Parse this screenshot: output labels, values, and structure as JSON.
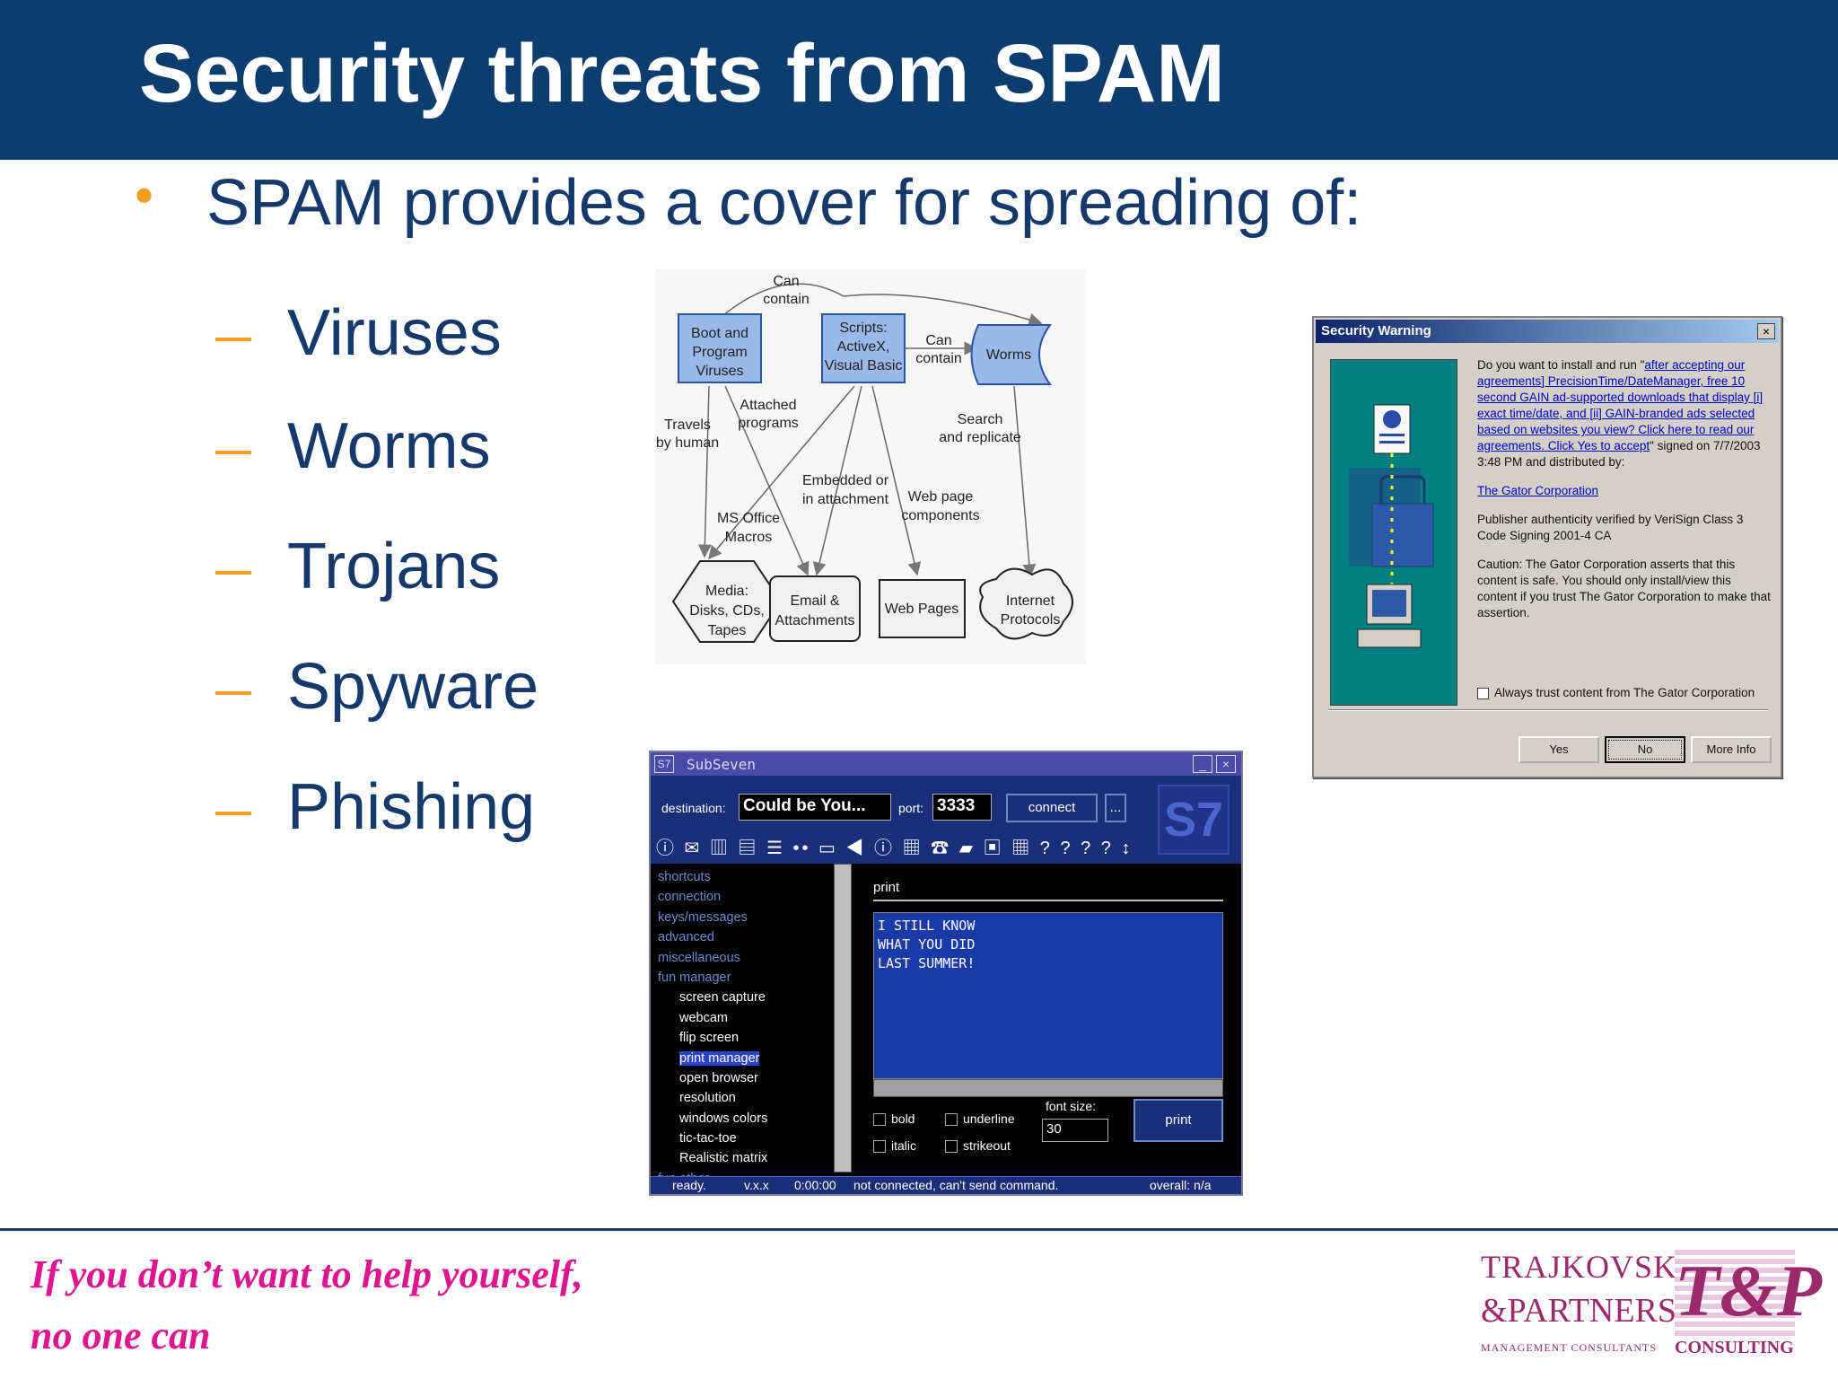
{
  "slide": {
    "title": "Security threats from SPAM",
    "main_bullet": "SPAM provides a cover for spreading of:",
    "sub_bullets": [
      "Viruses",
      "Worms",
      "Trojans",
      "Spyware",
      "Phishing"
    ]
  },
  "diagram": {
    "nodes": {
      "boot": [
        "Boot and",
        "Program",
        "Viruses"
      ],
      "scripts": [
        "Scripts:",
        "ActiveX,",
        "Visual Basic"
      ],
      "worms": "Worms",
      "media": [
        "Media:",
        "Disks, CDs,",
        "Tapes"
      ],
      "email": [
        "Email &",
        "Attachments"
      ],
      "webpages": "Web Pages",
      "internet": [
        "Internet",
        "Protocols"
      ]
    },
    "edges": {
      "can_contain_top": [
        "Can",
        "contain"
      ],
      "can_contain_mid": [
        "Can",
        "contain"
      ],
      "attached": [
        "Attached",
        "programs"
      ],
      "travels": [
        "Travels",
        "by human"
      ],
      "search": [
        "Search",
        "and replicate"
      ],
      "embedded": [
        "Embedded or",
        "in attachment"
      ],
      "webpage": [
        "Web page",
        "components"
      ],
      "msoffice": [
        "MS Office",
        "Macros"
      ]
    }
  },
  "security_warning": {
    "title": "Security Warning",
    "close": "×",
    "text_intro": "Do you want to install and run \"",
    "link_text": "after accepting our agreements] PrecisionTime/DateManager, free 10 second GAIN ad-supported downloads that display [i] exact time/date, and [ii] GAIN-branded ads selected based on websites you view? Click here to read our agreements. Click Yes to accept",
    "text_after": "\" signed on 7/7/2003 3:48 PM and distributed by:",
    "publisher_link": "The Gator Corporation",
    "authenticity": "Publisher authenticity verified by VeriSign Class 3 Code Signing 2001-4 CA",
    "caution": "Caution: The Gator Corporation asserts that this content is safe.  You should only install/view this content if you trust The Gator Corporation to make that assertion.",
    "always_trust": "Always trust content from The Gator Corporation",
    "buttons": {
      "yes": "Yes",
      "no": "No",
      "more_info": "More Info"
    }
  },
  "subseven": {
    "title": "SubSeven",
    "logo_small": "S7",
    "min": "_",
    "close": "×",
    "destination_label": "destination:",
    "destination_value": "Could be You...",
    "port_label": "port:",
    "port_value": "3333",
    "connect_label": "connect",
    "more_label": "...",
    "toolbar_icons": "ⓘ ✉ ▥ ▤ ☰ •• ▭ ◀ ⓘ ▦ ☎ ▰ ▣ ▦ ? ? ? ? ↕",
    "big_logo": "S7",
    "tree": [
      {
        "label": "shortcuts",
        "child": false
      },
      {
        "label": "connection",
        "child": false
      },
      {
        "label": "keys/messages",
        "child": false
      },
      {
        "label": "advanced",
        "child": false
      },
      {
        "label": "miscellaneous",
        "child": false
      },
      {
        "label": "fun manager",
        "child": false
      },
      {
        "label": "screen capture",
        "child": true
      },
      {
        "label": "webcam",
        "child": true
      },
      {
        "label": "flip screen",
        "child": true
      },
      {
        "label": "print manager",
        "child": true,
        "selected": true
      },
      {
        "label": "open browser",
        "child": true
      },
      {
        "label": "resolution",
        "child": true
      },
      {
        "label": "windows colors",
        "child": true
      },
      {
        "label": "tic-tac-toe",
        "child": true
      },
      {
        "label": "Realistic matrix",
        "child": true
      },
      {
        "label": "fun other",
        "child": false
      }
    ],
    "panel_label": "print",
    "print_text": "I STILL KNOW\nWHAT YOU DID\nLAST SUMMER!",
    "options": {
      "bold": "bold",
      "underline": "underline",
      "italic": "italic",
      "strikeout": "strikeout",
      "font_size_label": "font size:"
    },
    "font_size_value": "30",
    "print_button": "print",
    "status": {
      "ready": "ready.",
      "version": "v.x.x",
      "time": "0:00:00",
      "message": "not connected, can't send command.",
      "overall": "overall: n/a"
    }
  },
  "footer": {
    "slogan_line1": "If you don’t want to help yourself,",
    "slogan_line2": "no one can",
    "brand_line1": "TRAJKOVSKI",
    "brand_line2": "&PARTNERS",
    "brand_line3": "MANAGEMENT CONSULTANTS",
    "brand_line4": "CONSULTING",
    "logo_letters": "T&P"
  },
  "colors": {
    "title_bar": "#0d3c6e",
    "text_blue": "#14396a",
    "bullet_orange": "#f0a020",
    "slogan_magenta": "#e0148c",
    "brand_purple": "#9a2a6a"
  }
}
